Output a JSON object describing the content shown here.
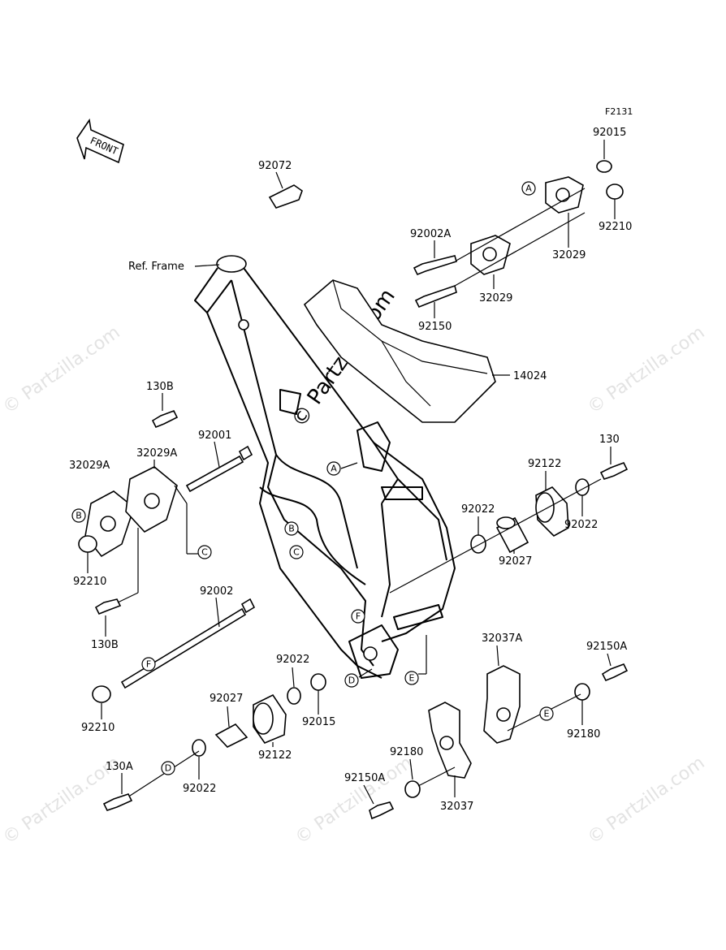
{
  "diagram_code": "F2131",
  "front_label": "FRONT",
  "watermark": "© Partzilla.com",
  "ref_frame_label": "Ref. Frame",
  "parts": {
    "p92015_top": "92015",
    "p92072": "92072",
    "p92210_top": "92210",
    "p92002A": "92002A",
    "p32029_right": "32029",
    "p32029_left": "32029",
    "p92150": "92150",
    "p14024": "14024",
    "p130B_top": "130B",
    "p32029A_left": "32029A",
    "p32029A_right": "32029A",
    "p92001": "92001",
    "p92210_mid": "92210",
    "p130B_bot": "130B",
    "p92002": "92002",
    "p92210_bot": "92210",
    "p130": "130",
    "p92122_top": "92122",
    "p92022_mid": "92022",
    "p92022_right": "92022",
    "p92027_top": "92027",
    "p92022_low": "92022",
    "p92015_low": "92015",
    "p92027_low": "92027",
    "p92122_low": "92122",
    "p130A": "130A",
    "p92022_bot": "92022",
    "p32037A": "32037A",
    "p92150A_right": "92150A",
    "p92180_right": "92180",
    "p92180_low": "92180",
    "p92150A_low": "92150A",
    "p32037": "32037"
  },
  "refs": {
    "A": "A",
    "B": "B",
    "C": "C",
    "D": "D",
    "E": "E",
    "F": "F"
  }
}
